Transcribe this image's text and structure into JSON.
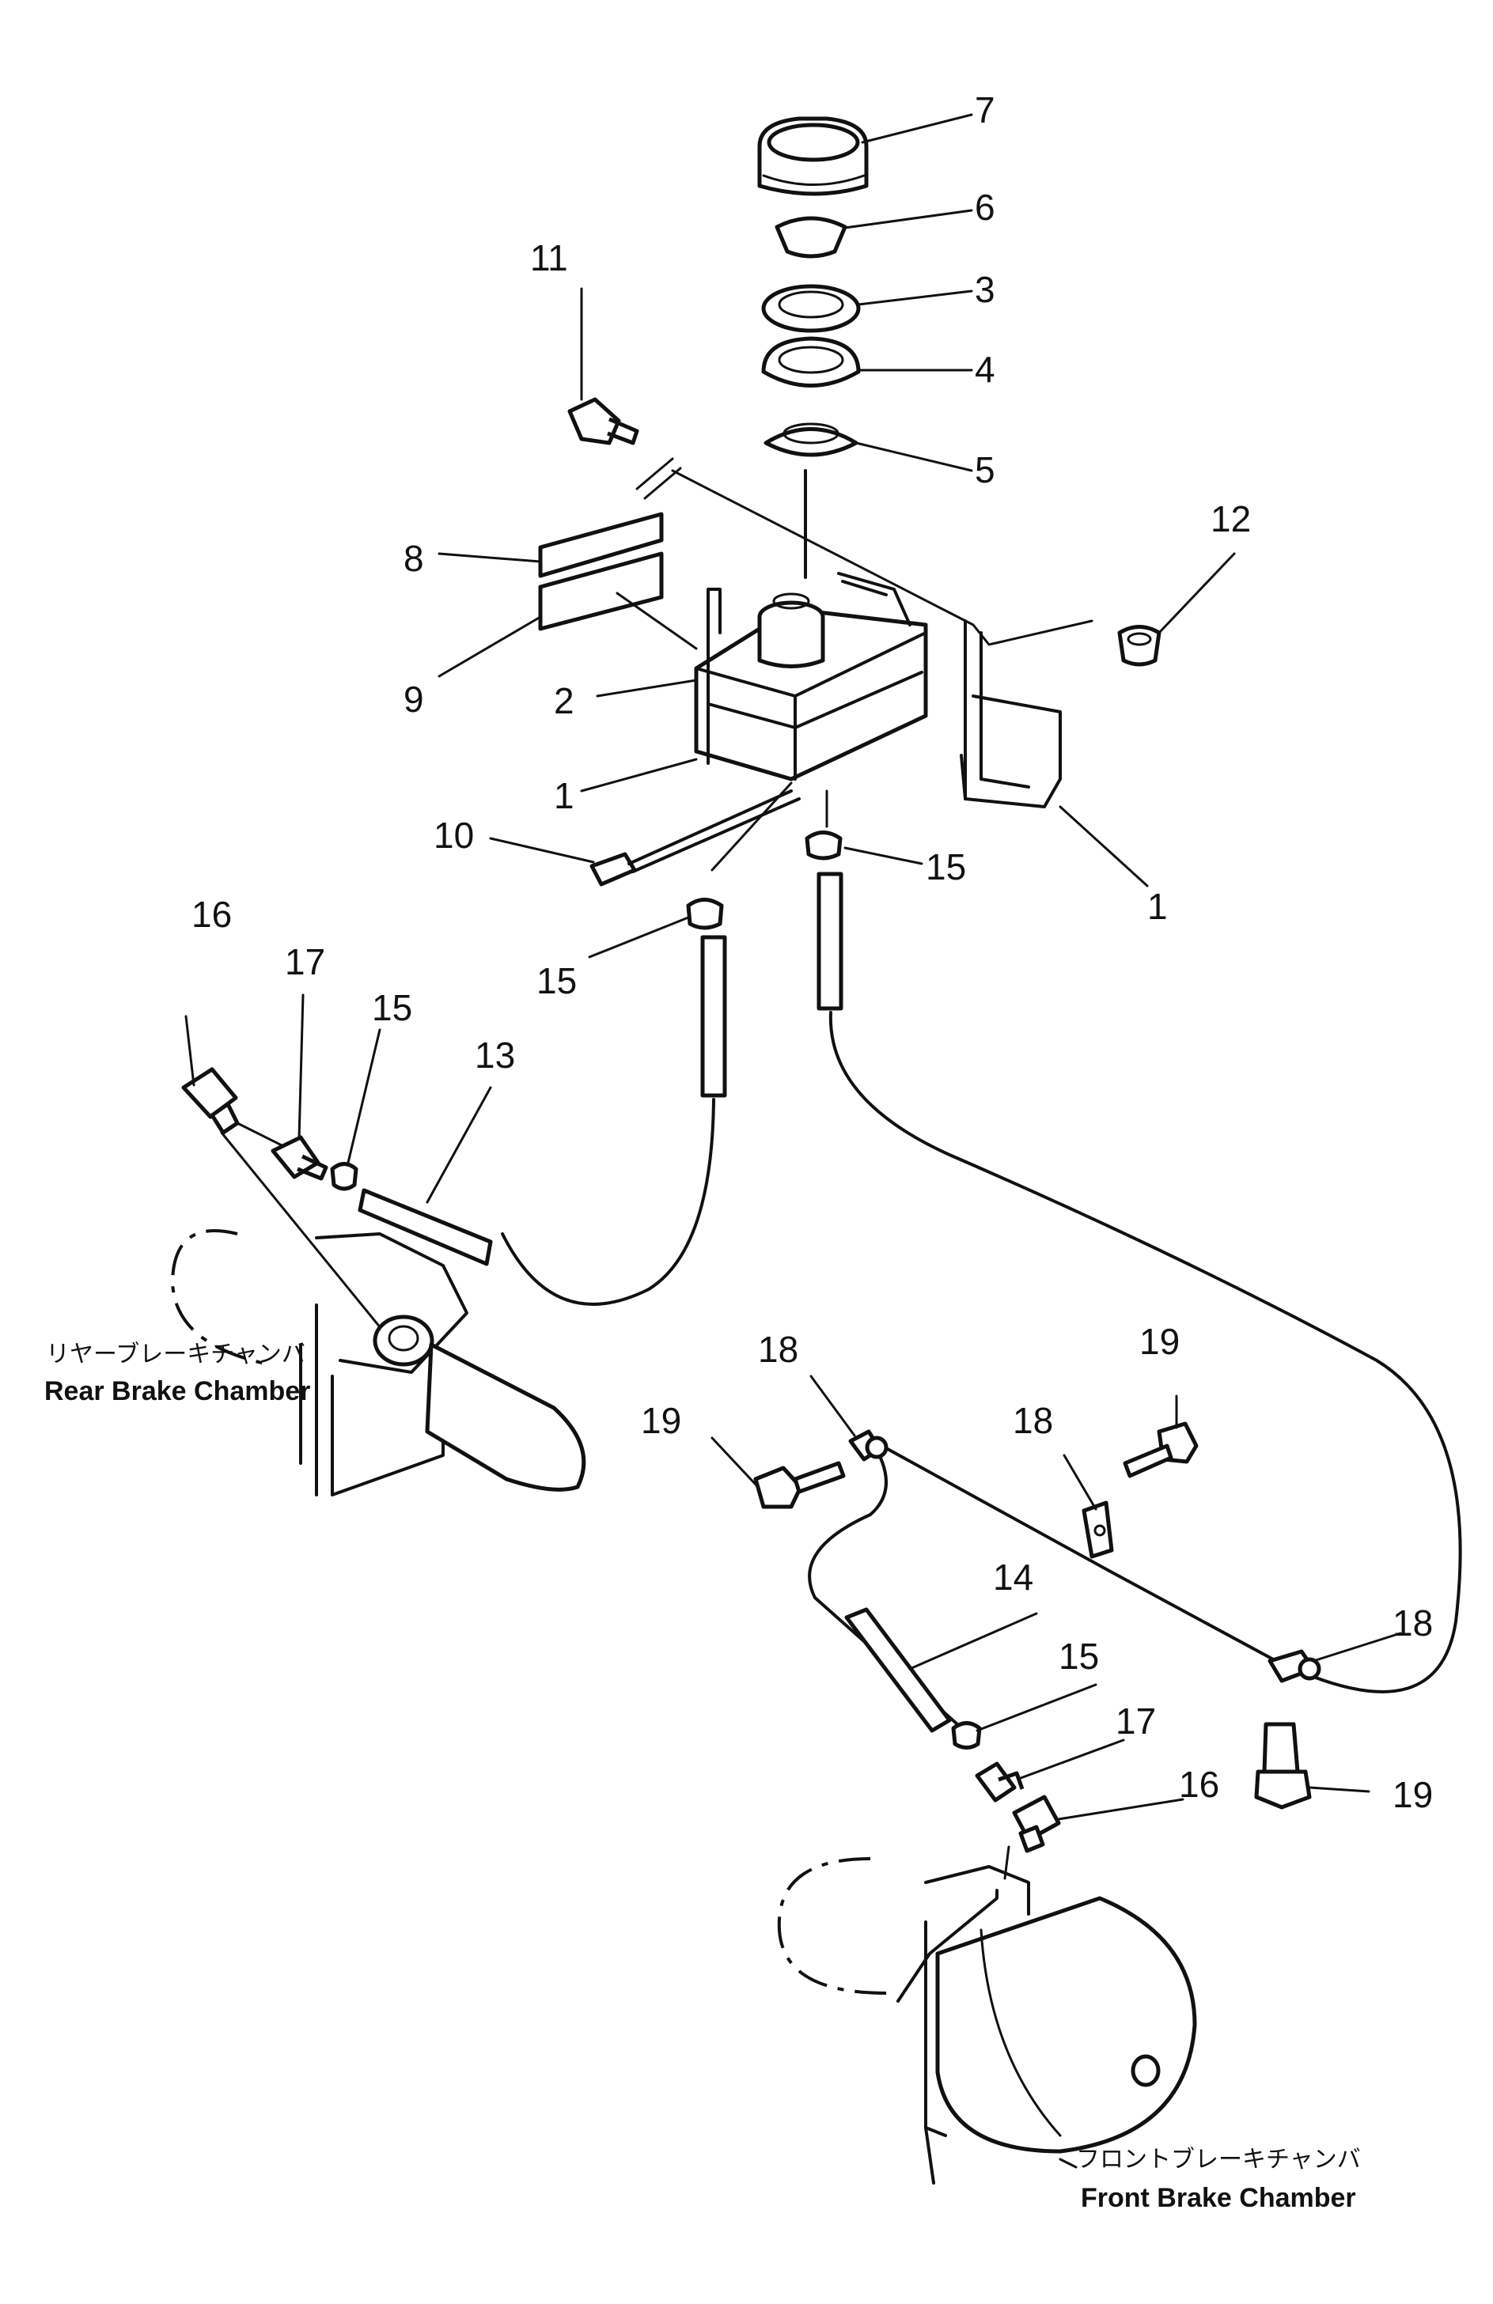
{
  "callouts": [
    "7",
    "6",
    "3",
    "4",
    "5",
    "11",
    "12",
    "8",
    "9",
    "2",
    "1",
    "1",
    "10",
    "15",
    "15",
    "16",
    "17",
    "15",
    "13",
    "18",
    "19",
    "19",
    "18",
    "14",
    "18",
    "15",
    "17",
    "16",
    "19"
  ],
  "rear_chamber": {
    "label_jp": "リヤーブレーキチャンバ",
    "label_en": "Rear Brake Chamber"
  },
  "front_chamber": {
    "label_jp": "フロントブレーキチャンバ",
    "label_en": "Front Brake Chamber"
  }
}
